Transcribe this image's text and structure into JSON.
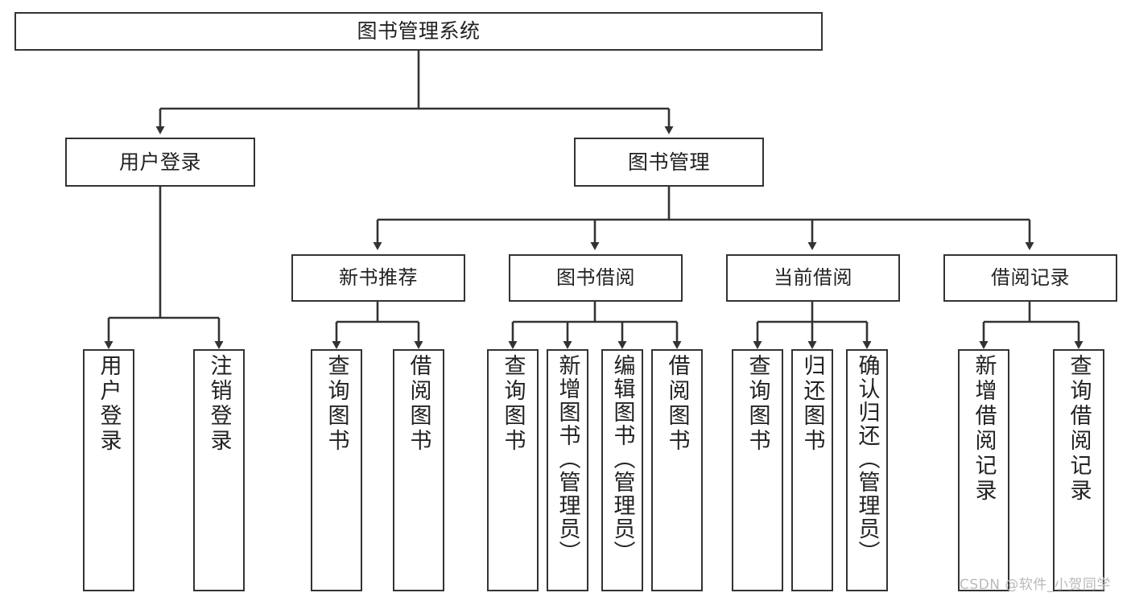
{
  "diagram": {
    "title": "图书管理系统",
    "type": "hierarchy-tree",
    "stroke_color": "#333333",
    "fill_color": "#ffffff",
    "text_color": "#222222",
    "watermark": "CSDN @软件_小贺同学"
  },
  "nodes": {
    "root": {
      "label": "图书管理系统"
    },
    "level2": [
      {
        "label": "用户登录"
      },
      {
        "label": "图书管理"
      }
    ],
    "level3": [
      {
        "label": "新书推荐"
      },
      {
        "label": "图书借阅"
      },
      {
        "label": "当前借阅"
      },
      {
        "label": "借阅记录"
      }
    ],
    "leaves": {
      "user_login": [
        {
          "label": "用户登录"
        },
        {
          "label": "注销登录"
        }
      ],
      "new_book_recommend": [
        {
          "label": "查询图书"
        },
        {
          "label": "借阅图书"
        }
      ],
      "book_borrow": [
        {
          "label": "查询图书"
        },
        {
          "label": "新增图书（管理员）"
        },
        {
          "label": "编辑图书（管理员）"
        },
        {
          "label": "借阅图书"
        }
      ],
      "current_borrow": [
        {
          "label": "查询图书"
        },
        {
          "label": "归还图书"
        },
        {
          "label": "确认归还（管理员）"
        }
      ],
      "borrow_record": [
        {
          "label": "新增借阅记录"
        },
        {
          "label": "查询借阅记录"
        }
      ]
    }
  }
}
